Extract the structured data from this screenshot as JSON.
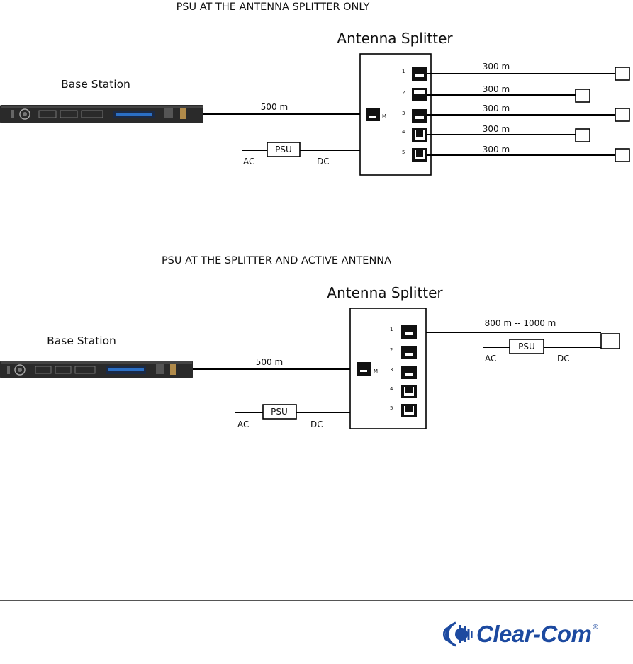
{
  "colors": {
    "brand": "#1d4aa0",
    "line": "#000000",
    "device": "#2a2a2a",
    "display": "#2b6fc4"
  },
  "diagram1": {
    "title": "PSU AT THE ANTENNA SPLITTER ONLY",
    "splitter_label": "Antenna Splitter",
    "base_label": "Base Station",
    "base_cable": "500 m",
    "master_port": "M",
    "psu": "PSU",
    "ac": "AC",
    "dc": "DC",
    "ports": [
      "1",
      "2",
      "3",
      "4",
      "5"
    ],
    "cables": [
      "300 m",
      "300 m",
      "300 m",
      "300 m",
      "300 m"
    ]
  },
  "diagram2": {
    "title": "PSU AT THE SPLITTER AND ACTIVE ANTENNA",
    "splitter_label": "Antenna Splitter",
    "base_label": "Base Station",
    "base_cable": "500 m",
    "master_port": "M",
    "psu_splitter": "PSU",
    "ac_splitter": "AC",
    "dc_splitter": "DC",
    "ports": [
      "1",
      "2",
      "3",
      "4",
      "5"
    ],
    "antenna_cable": "800 m -- 1000 m",
    "psu_antenna": "PSU",
    "ac_antenna": "AC",
    "dc_antenna": "DC"
  },
  "footer": {
    "logo_text": "Clear-Com",
    "logo_mark": "®",
    "logo_icon": "clear-com-logo-icon"
  }
}
